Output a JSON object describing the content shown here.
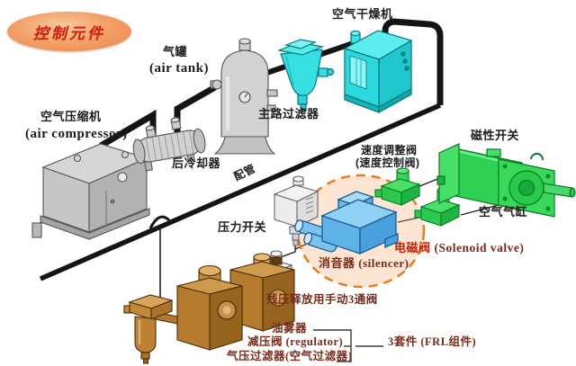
{
  "badge": {
    "text": "控制元件"
  },
  "labels": {
    "air_tank_cn": "气罐",
    "air_tank_en": "(air tank)",
    "air_dryer": "空气干燥机",
    "main_filter": "主路过滤器",
    "compressor_cn": "空气压缩机",
    "compressor_en": "(air compressor)",
    "aftercooler": "后冷却器",
    "piping": "配管",
    "pressure_switch": "压力开关",
    "speed_valve_line1": "速度调整阀",
    "speed_valve_line2": "(速度控制阀)",
    "magnetic_switch": "磁性开关",
    "air_cylinder": "空气气缸",
    "solenoid_cn": "电磁阀",
    "solenoid_en": "(Solenoid valve)",
    "silencer": "消音器 (silencer)",
    "manual_3way_valve": "残压释放用手动3通阀",
    "lubricator": "油雾器",
    "regulator": "减压阀 (regulator)",
    "air_filter": "气压过滤器(空气过滤器)",
    "frl_set": "3套件 (FRL组件)"
  },
  "colors": {
    "pipe": "#141414",
    "gray": "#cfcfcf",
    "cyan": "#35dfe2",
    "green": "#2fcf51",
    "blue": "#5fb2e8",
    "brown": "#b57a2e",
    "badge_fill": "#ef9057",
    "badge_text": "#d2220e",
    "label_black": "#1c1c1c",
    "label_red": "#cc1f00",
    "label_maroon": "#7a2a1a",
    "highlight_orange": "#e87b1e"
  }
}
